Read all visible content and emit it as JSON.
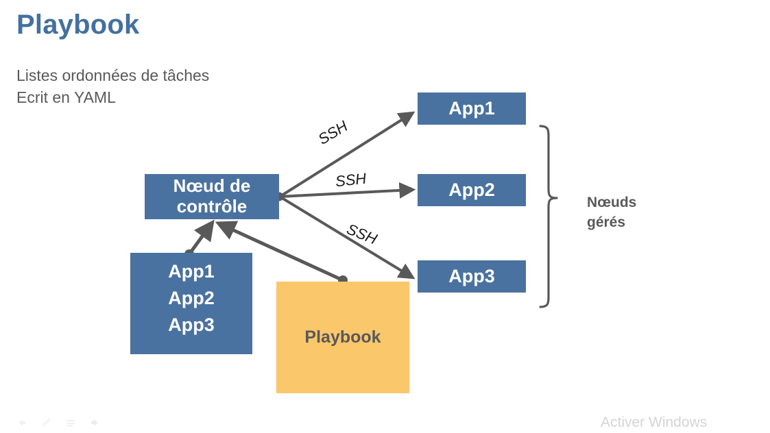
{
  "slide": {
    "title": "Playbook",
    "subtitle_lines": [
      "Listes ordonnées de tâches",
      "Ecrit en YAML"
    ],
    "background_color": "#ffffff",
    "title_color": "#44709f",
    "text_color": "#595959"
  },
  "diagram": {
    "control_node": {
      "line1": "Nœud de",
      "line2": "contrôle",
      "color": "#4a72a0"
    },
    "inventory": {
      "items": [
        "App1",
        "App2",
        "App3"
      ],
      "color": "#4a72a0"
    },
    "playbook": {
      "label": "Playbook",
      "color": "#fbc76b",
      "text_color": "#595959"
    },
    "managed_nodes": [
      {
        "label": "App1",
        "color": "#4a72a0"
      },
      {
        "label": "App2",
        "color": "#4a72a0"
      },
      {
        "label": "App3",
        "color": "#4a72a0"
      }
    ],
    "connections": [
      {
        "label": "SSH",
        "from": "control-node",
        "to": "App1"
      },
      {
        "label": "SSH",
        "from": "control-node",
        "to": "App2"
      },
      {
        "label": "SSH",
        "from": "control-node",
        "to": "App3"
      }
    ],
    "brace_label": {
      "line1": "Nœuds",
      "line2": "gérés"
    },
    "arrow_color": "#595959"
  },
  "watermark": {
    "text": "Activer Windows"
  },
  "toolbar": {
    "icons": [
      {
        "name": "previous-arrow-icon"
      },
      {
        "name": "pen-icon"
      },
      {
        "name": "menu-icon"
      },
      {
        "name": "next-arrow-icon"
      }
    ]
  }
}
